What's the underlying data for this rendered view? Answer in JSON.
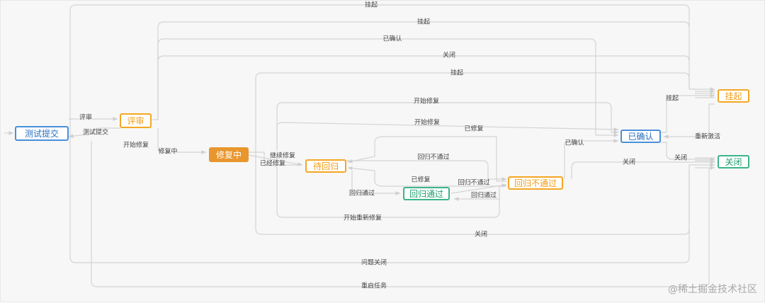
{
  "nodes": {
    "test_submit": "测试提交",
    "review": "评审",
    "fixing": "修复中",
    "pending_regression": "待回归",
    "regression_pass": "回归通过",
    "regression_fail": "回归不通过",
    "confirmed": "已确认",
    "suspended": "挂起",
    "closed": "关闭"
  },
  "edges": {
    "e_suspend_top1": "挂起",
    "e_suspend_top2": "挂起",
    "e_confirmed_top": "已确认",
    "e_close_top": "关闭",
    "e_suspend_fix": "挂起",
    "e_start_fix_1": "开始修复",
    "e_start_fix_2": "开始修复",
    "e_fixed_1": "已修复",
    "e_confirm_side": "已确认",
    "e_suspend_right": "挂起",
    "e_reactivate": "重新激活",
    "e_close_right": "关闭",
    "e_close_fail": "关闭",
    "e_review": "评审",
    "e_test_submit": "测试提交",
    "e_start_fix_left": "开始修复",
    "e_fixing": "修复中",
    "e_continue_fix": "继续修复",
    "e_already_fixed": "已经修复",
    "e_reg_fail_1": "回归不通过",
    "e_fixed_2": "已修复",
    "e_reg_fail_2": "回归不通过",
    "e_reg_pass": "回归通过",
    "e_reg_pass_2": "回归通过",
    "e_restart_fix": "开始重新修复",
    "e_close_bottom": "关闭",
    "e_issue_close": "问题关闭",
    "e_restart_task": "重启任务"
  },
  "watermark": "@稀土掘金技术社区",
  "colors": {
    "blue": "#4a90d9",
    "orange": "#f5a623",
    "orange_fill": "#e8962e",
    "green": "#3bb58a",
    "line": "#d4d4d4"
  }
}
